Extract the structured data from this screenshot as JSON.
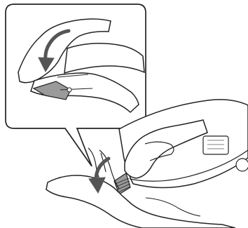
{
  "figure": {
    "description_text": "",
    "colors": {
      "line": "#222222",
      "arrow": "#555555",
      "blade": "#9a9a9a",
      "paper": "#ffffff"
    },
    "icons": [
      "zoom-callout",
      "clipper-blade-detail",
      "rotate-arrow",
      "hand",
      "clipper-body",
      "down-arrow"
    ]
  }
}
